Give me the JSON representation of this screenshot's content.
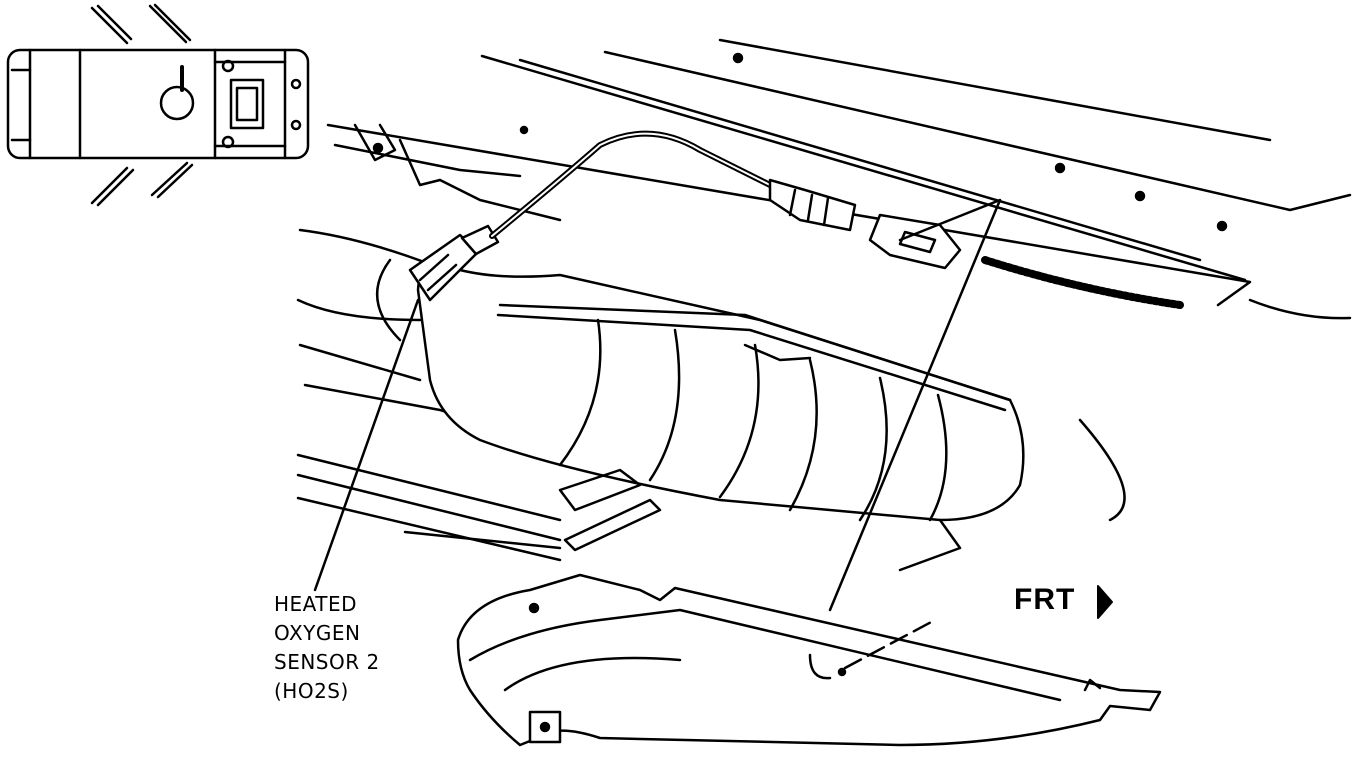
{
  "callout": {
    "line1": "HEATED",
    "line2": "OXYGEN",
    "line3": "SENSOR 2",
    "line4": "(HO2S)"
  },
  "direction": {
    "label": "FRT",
    "icon": "arrow-right-icon"
  },
  "colors": {
    "ink": "#000000",
    "paper": "#ffffff"
  }
}
